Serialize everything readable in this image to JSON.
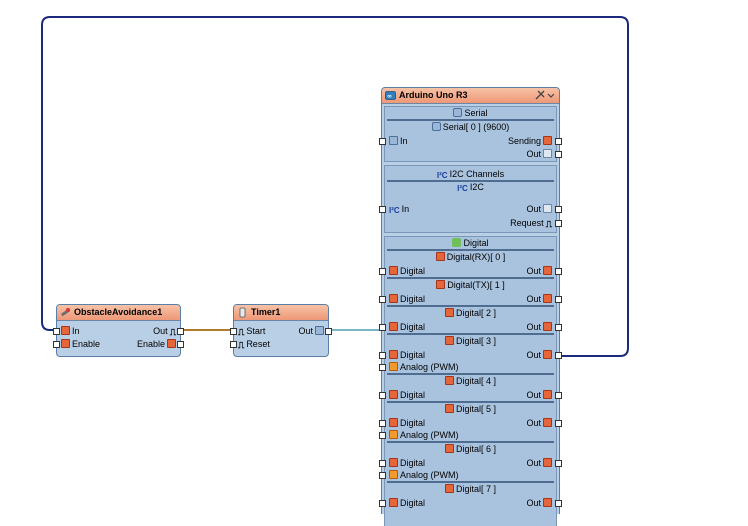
{
  "obstacle": {
    "title": "ObstacleAvoidance1",
    "in_label": "In",
    "enable_label": "Enable",
    "out_label": "Out",
    "enable_out_label": "Enable"
  },
  "timer": {
    "title": "Timer1",
    "start_label": "Start",
    "reset_label": "Reset",
    "out_label": "Out"
  },
  "arduino": {
    "title": "Arduino Uno R3",
    "serial": {
      "group": "Serial",
      "sub": "Serial[ 0 ] (9600)",
      "in_label": "In",
      "sending_label": "Sending",
      "out_label": "Out"
    },
    "i2c": {
      "group": "I2C Channels",
      "sub": "I2C",
      "in_label": "In",
      "out_label": "Out",
      "request_label": "Request"
    },
    "digital_group": "Digital",
    "channels": [
      {
        "name": "Digital(RX)[ 0 ]",
        "in": "Digital",
        "out": "Out",
        "analog": ""
      },
      {
        "name": "Digital(TX)[ 1 ]",
        "in": "Digital",
        "out": "Out",
        "analog": ""
      },
      {
        "name": "Digital[ 2 ]",
        "in": "Digital",
        "out": "Out",
        "analog": ""
      },
      {
        "name": "Digital[ 3 ]",
        "in": "Digital",
        "out": "Out",
        "analog": "Analog (PWM)"
      },
      {
        "name": "Digital[ 4 ]",
        "in": "Digital",
        "out": "Out",
        "analog": ""
      },
      {
        "name": "Digital[ 5 ]",
        "in": "Digital",
        "out": "Out",
        "analog": "Analog (PWM)"
      },
      {
        "name": "Digital[ 6 ]",
        "in": "Digital",
        "out": "Out",
        "analog": "Analog (PWM)"
      },
      {
        "name": "Digital[ 7 ]",
        "in": "Digital",
        "out": "Out",
        "analog": ""
      }
    ]
  },
  "colors": {
    "component_body": "#b9cfe6",
    "title_bar": "#ee9877",
    "feedback_wire": "#1b2a7a",
    "clock_wire": "#b07b2c",
    "pin_wire": "#7ab7c6"
  }
}
